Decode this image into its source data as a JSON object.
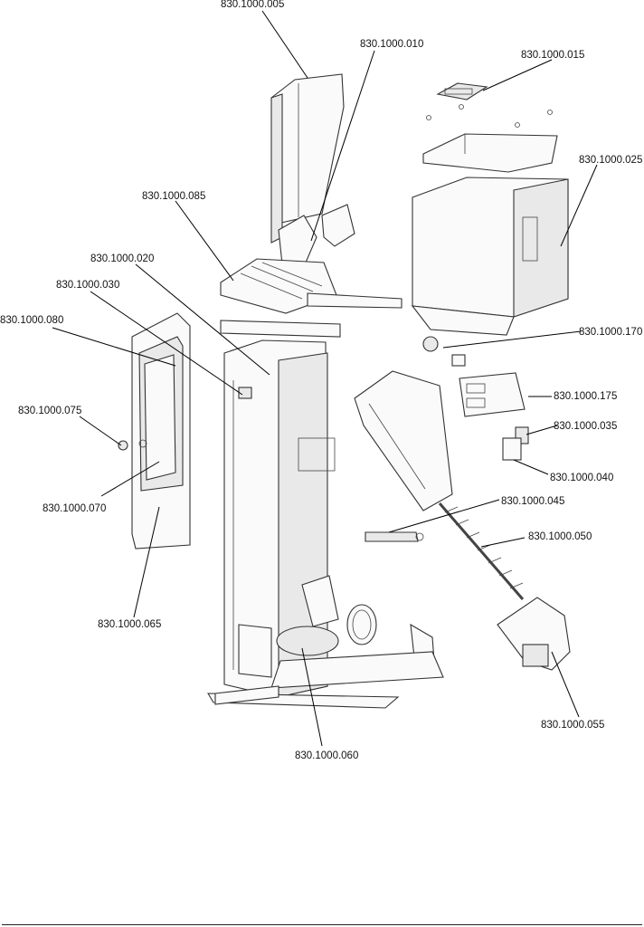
{
  "callouts": [
    {
      "id": "c005",
      "label": "830.1000.005"
    },
    {
      "id": "c010",
      "label": "830.1000.010"
    },
    {
      "id": "c015",
      "label": "830.1000.015"
    },
    {
      "id": "c025",
      "label": "830.1000.025"
    },
    {
      "id": "c085",
      "label": "830.1000.085"
    },
    {
      "id": "c020",
      "label": "830.1000.020"
    },
    {
      "id": "c030",
      "label": "830.1000.030"
    },
    {
      "id": "c080",
      "label": "830.1000.080"
    },
    {
      "id": "c170",
      "label": "830.1000.170"
    },
    {
      "id": "c175",
      "label": "830.1000.175"
    },
    {
      "id": "c075",
      "label": "830.1000.075"
    },
    {
      "id": "c035",
      "label": "830.1000.035"
    },
    {
      "id": "c040",
      "label": "830.1000.040"
    },
    {
      "id": "c070",
      "label": "830.1000.070"
    },
    {
      "id": "c045",
      "label": "830.1000.045"
    },
    {
      "id": "c050",
      "label": "830.1000.050"
    },
    {
      "id": "c065",
      "label": "830.1000.065"
    },
    {
      "id": "c055",
      "label": "830.1000.055"
    },
    {
      "id": "c060",
      "label": "830.1000.060"
    }
  ]
}
